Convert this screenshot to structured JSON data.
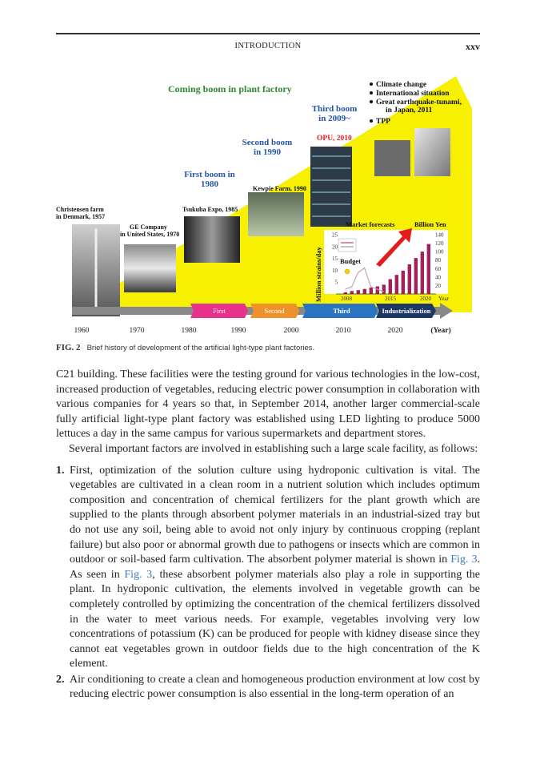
{
  "header": {
    "running_title": "INTRODUCTION",
    "page_number": "xxv"
  },
  "figure": {
    "title": "Coming boom in plant factory",
    "boom_labels": {
      "first": "First boom in\n1980",
      "second": "Second boom\nin 1990",
      "third": "Third boom\nin 2009~"
    },
    "photo_labels": {
      "christensen": "Christensen farm\nin Denmark, 1957",
      "ge": "GE Company\nin United States, 1970",
      "tsukuba": "Tsukuba Expo, 1985",
      "kewpie": "Kewpie Farm, 1990",
      "opu": "OPU, 2010"
    },
    "factors": [
      "Climate change",
      "International situation",
      "Great earthquake-tunami,\nin Japan, 2011",
      "TPP"
    ],
    "arrow_phases": [
      "First",
      "Second",
      "Third",
      "Industrialization"
    ],
    "timeline_years": [
      "1960",
      "1970",
      "1980",
      "1990",
      "2000",
      "2010",
      "2020",
      "(Year)"
    ],
    "inset": {
      "title": "Market forecasts",
      "right_title": "Billion Yen",
      "budget_label": "Budget"
    },
    "colors": {
      "yellow": "#f7f000",
      "first": "#e8318a",
      "second": "#f0922a",
      "third": "#2a74c2",
      "industrialization": "#1b3866",
      "gray_arrow": "#888888",
      "bar": "#a3205f",
      "red_arrow": "#e31c1c",
      "opu": "#e51c23",
      "green_title": "#2e8a2e",
      "blue_label": "#2456a6"
    }
  },
  "chart_data": {
    "type": "bar",
    "title": "Market forecasts",
    "x": [
      "2008",
      "2015",
      "2020"
    ],
    "xlabel": "Year",
    "ylabel": "Million strains/day",
    "ylabel_right": "Billion Yen",
    "ylim_left": [
      0,
      25
    ],
    "left_ticks": [
      "5",
      "10",
      "15",
      "20",
      "25"
    ],
    "ylim_right": [
      0,
      140
    ],
    "right_ticks": [
      "20",
      "40",
      "60",
      "80",
      "100",
      "120",
      "140"
    ],
    "bars_billion_yen": [
      4,
      7,
      9,
      12,
      15,
      18,
      22,
      35,
      45,
      55,
      70,
      85,
      100,
      118
    ],
    "budget_line": [
      2,
      3,
      9,
      11,
      3,
      2,
      1
    ]
  },
  "caption": {
    "label": "FIG. 2",
    "text": "Brief history of development of the artificial light-type plant factories."
  },
  "body": {
    "para1": "C21 building. These facilities were the testing ground for various technologies in the low-cost, increased production of vegetables, reducing electric power consumption in collaboration with various companies for 4 years so that, in September 2014, another larger commercial-scale fully artificial light-type plant factory was established using LED lighting to produce 5000 lettuces a day in the same campus for various supermarkets and department stores.",
    "para2": "Several important factors are involved in establishing such a large scale facility, as follows:",
    "item1_num": "1.",
    "item1_a": "First, optimization of the solution culture using hydroponic cultivation is vital. The vegetables are cultivated in a clean room in a nutrient solution which includes optimum composition and concentration of chemical fertilizers for the plant growth which are supplied to the plants through absorbent polymer materials in an industrial-sized tray but do not use any soil, being able to avoid not only injury by continuous cropping (replant failure) but also poor or abnormal growth due to pathogens or insects which are common in outdoor or soil-based farm cultivation. The absorbent polymer material is shown in ",
    "item1_link1": "Fig. 3",
    "item1_b": ". As seen in ",
    "item1_link2": "Fig. 3",
    "item1_c": ", these absorbent polymer materials also play a role in supporting the plant. In hydroponic cultivation, the elements involved in vegetable growth can be completely controlled by optimizing the concentration of the chemical fertilizers dissolved in the water to meet various needs. For example, vegetables involving very low concentrations of potassium (K) can be produced for people with kidney disease since they cannot eat vegetables grown in outdoor fields due to the high concentration of the K element.",
    "item2_num": "2.",
    "item2": "Air conditioning to create a clean and homogeneous production environment at low cost by reducing electric power consumption is also essential in the long-term operation of an"
  }
}
